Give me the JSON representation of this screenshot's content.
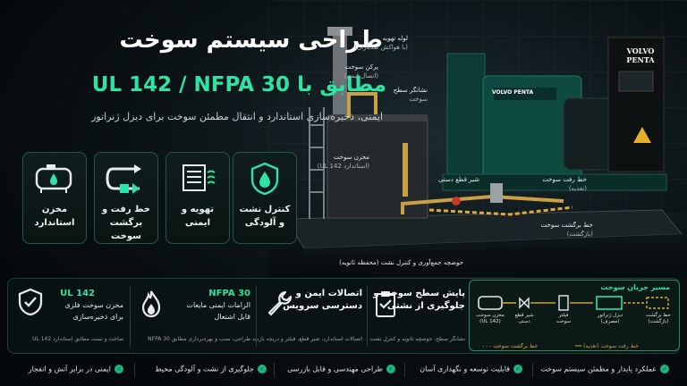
{
  "header": {
    "title_line1": "طراحی سیستم سوخت",
    "title_line2": "مطابق با UL 142 / NFPA 30",
    "subtitle": "ایمنی، ذخیره‌سازی استاندارد و انتقال مطمئن سوخت برای دیزل ژنراتور"
  },
  "features": [
    {
      "label": "کنترل نشت و آلودگی",
      "icon": "drop-shield-icon"
    },
    {
      "label": "تهویه و ایمنی",
      "icon": "vent-icon"
    },
    {
      "label": "خط رفت و برگشت سوخت",
      "icon": "pipe-loop-icon"
    },
    {
      "label": "مخزن استاندارد",
      "icon": "tank-icon"
    }
  ],
  "callouts": {
    "vent_pipe": "لوله تهویه",
    "vent_pipe_sub": "(با هواکش ضدباران)",
    "fill": "پرکن سوخت",
    "fill_sub": "(اتصال ایمن)",
    "level_gauge": "نشانگر سطح",
    "level_gauge_sub": "سوخت",
    "tank": "مخزن سوخت",
    "tank_sub": "(استاندارد UL 142)",
    "shutoff_valve": "شیر قطع دستی",
    "supply_line": "خط رفت سوخت",
    "supply_line_sub": "(تغذیه)",
    "return_line": "خط برگشت سوخت",
    "return_line_sub": "(بازگشت)",
    "containment": "حوضچه جمع‌آوری و کنترل نشت (محفظه ثانویه)"
  },
  "generator": {
    "brand_top": "VOLVO",
    "brand_bottom": "PENTA",
    "engine_badge": "VOLVO PENTA"
  },
  "cards": [
    {
      "heading": "UL 142",
      "desc_1": "مخزن سوخت فلزی",
      "desc_2": "برای ذخیره‌سازی",
      "footnote": "ساخت و تست مطابق استاندارد UL 142",
      "icon": "shield-check-icon"
    },
    {
      "heading": "NFPA 30",
      "desc_1": "الزامات ایمنی مایعات",
      "desc_2": "قابل اشتعال",
      "footnote": "طراحی، نصب و بهره‌برداری مطابق NFPA 30",
      "icon": "flame-icon"
    },
    {
      "heading": "اتصالات ایمن و",
      "heading_2": "دسترسی سرویس",
      "footnote": "اتصالات استاندارد، شیر قطع، فیلتر و دریچه بازدید",
      "icon": "wrench-icon"
    },
    {
      "heading": "پایش سطح سوخت و",
      "heading_2": "جلوگیری از نشتی",
      "footnote": "نشانگر سطح، حوضچه ثانویه و کنترل نشت",
      "icon": "clipboard-check-icon"
    }
  ],
  "flow": {
    "title": "مسیر جریان سوخت",
    "nodes": [
      {
        "l1": "مخزن سوخت",
        "l2": "(UL 142)"
      },
      {
        "l1": "شیر قطع",
        "l2": "دستی"
      },
      {
        "l1": "فیلتر",
        "l2": "سوخت"
      },
      {
        "l1": "دیزل ژنراتور",
        "l2": "(مصرف)"
      },
      {
        "l1": "خط برگشت",
        "l2": "(بازگشت)"
      }
    ],
    "legend_supply": "خط رفت سوخت (تغذیه)",
    "legend_return": "خط برگشت سوخت"
  },
  "footer": [
    "عملکرد پایدار و مطمئن سیستم سوخت",
    "قابلیت توسعه و نگهداری آسان",
    "طراحی مهندسی و قابل بازرسی",
    "جلوگیری از نشت و آلودگی محیط",
    "ایمنی در برابر آتش و انفجار"
  ],
  "colors": {
    "accent": "#2ee3a6",
    "supply_line": "#c9a043",
    "return_line": "#e0a93a",
    "panel_border": "#24564b"
  }
}
